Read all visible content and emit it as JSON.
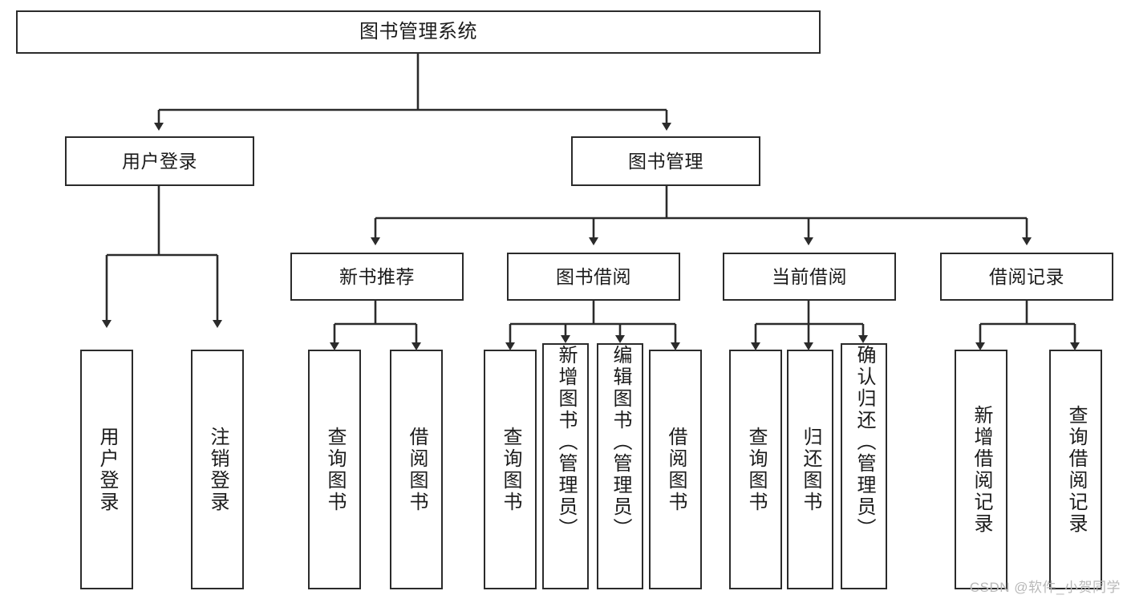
{
  "diagram": {
    "title": "图书管理系统",
    "type": "tree",
    "colors": {
      "stroke": "#2b2b2b",
      "fill": "#ffffff",
      "text": "#1b1b1b",
      "watermark": "#b8b8b8"
    },
    "root": {
      "label": "图书管理系统"
    },
    "level2": [
      {
        "label": "用户登录"
      },
      {
        "label": "图书管理"
      }
    ],
    "level3": [
      {
        "label": "新书推荐"
      },
      {
        "label": "图书借阅"
      },
      {
        "label": "当前借阅"
      },
      {
        "label": "借阅记录"
      }
    ],
    "leaves": {
      "user_login": [
        {
          "label": "用户登录"
        },
        {
          "label": "注销登录"
        }
      ],
      "new_book": [
        {
          "label": "查询图书"
        },
        {
          "label": "借阅图书"
        }
      ],
      "borrow_book": [
        {
          "label": "查询图书"
        },
        {
          "label": "新增图书（管理员）"
        },
        {
          "label": "编辑图书（管理员）"
        },
        {
          "label": "借阅图书"
        }
      ],
      "current_borrow": [
        {
          "label": "查询图书"
        },
        {
          "label": "归还图书"
        },
        {
          "label": "确认归还（管理员）"
        }
      ],
      "borrow_record": [
        {
          "label": "新增借阅记录"
        },
        {
          "label": "查询借阅记录"
        }
      ]
    }
  },
  "watermark": {
    "text": "CSDN @软件_小贺同学"
  }
}
